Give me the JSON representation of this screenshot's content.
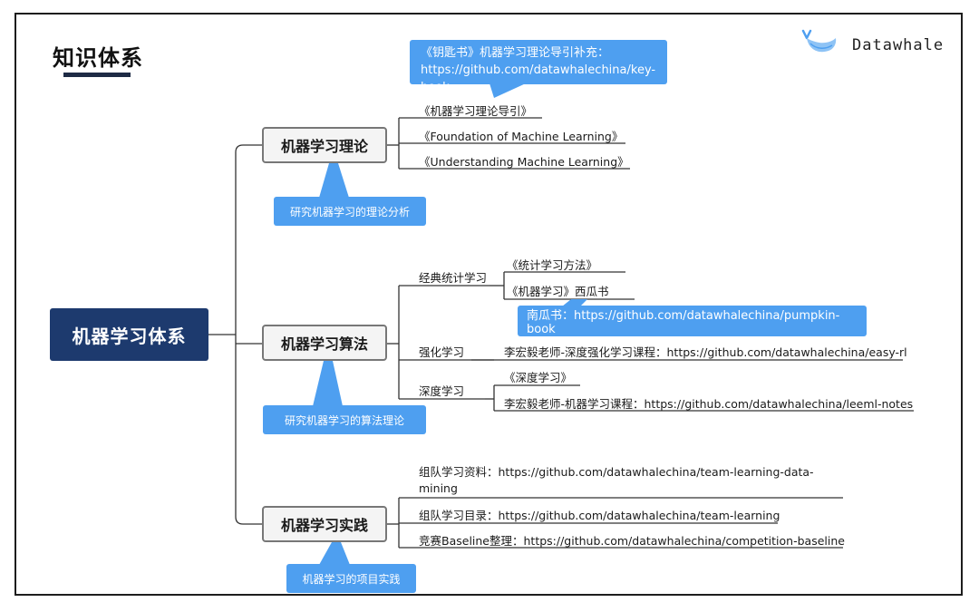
{
  "header": {
    "title": "知识体系",
    "logo_text": "Datawhale"
  },
  "root": {
    "label": "机器学习体系"
  },
  "theory": {
    "label": "机器学习理论",
    "note": "研究机器学习的理论分析",
    "callout": "《钥匙书》机器学习理论导引补充：https://github.com/datawhalechina/key-book",
    "items": [
      "《机器学习理论导引》",
      "《Foundation of Machine Learning》",
      "《Understanding Machine Learning》"
    ]
  },
  "algorithm": {
    "label": "机器学习算法",
    "note": "研究机器学习的算法理论",
    "classic": {
      "label": "经典统计学习",
      "items": [
        "《统计学习方法》",
        "《机器学习》西瓜书"
      ],
      "callout": "南瓜书：https://github.com/datawhalechina/pumpkin-book"
    },
    "rl": {
      "label": "强化学习",
      "item": "李宏毅老师-深度强化学习课程：https://github.com/datawhalechina/easy-rl"
    },
    "dl": {
      "label": "深度学习",
      "items": [
        "《深度学习》",
        "李宏毅老师-机器学习课程：https://github.com/datawhalechina/leeml-notes"
      ]
    }
  },
  "practice": {
    "label": "机器学习实践",
    "note": "机器学习的项目实践",
    "items": [
      "组队学习资料：https://github.com/datawhalechina/team-learning-data-mining",
      "组队学习目录：https://github.com/datawhalechina/team-learning",
      "竞赛Baseline整理：https://github.com/datawhalechina/competition-baseline"
    ]
  },
  "colors": {
    "root_bg": "#1d3a6e",
    "callout_bg": "#4e9ff0",
    "line": "#333333"
  },
  "icons": {
    "logo": "whale-icon"
  }
}
